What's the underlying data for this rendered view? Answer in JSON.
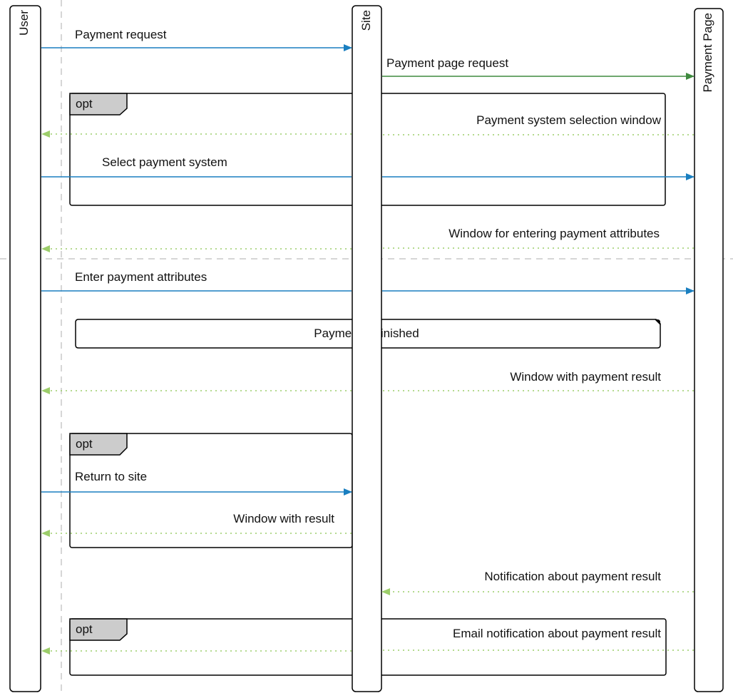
{
  "colors": {
    "sync": "#1a7fc0",
    "sync_green": "#3f8a3f",
    "reply": "#9ccd6a",
    "frame_tag": "#cccccc",
    "dashed_guide": "#d6d6d6",
    "stroke": "#000000"
  },
  "lifelines": {
    "user": "User",
    "site": "Site",
    "payment_page": "Payment Page"
  },
  "messages": {
    "payment_request": "Payment request",
    "payment_page_request": "Payment page request",
    "payment_system_selection_window": "Payment system selection window",
    "select_payment_system": "Select payment system",
    "window_entering_attributes": "Window for entering payment attributes",
    "enter_payment_attributes": "Enter payment attributes",
    "window_payment_result": "Window with payment result",
    "return_to_site": "Return to site",
    "window_with_result": "Window with result",
    "notification_payment_result": "Notification about payment result",
    "email_notification": "Email notification about payment result"
  },
  "note": {
    "payment_finished": "Payment is finished"
  },
  "frames": {
    "opt1": "opt",
    "opt2": "opt",
    "opt3": "opt"
  }
}
